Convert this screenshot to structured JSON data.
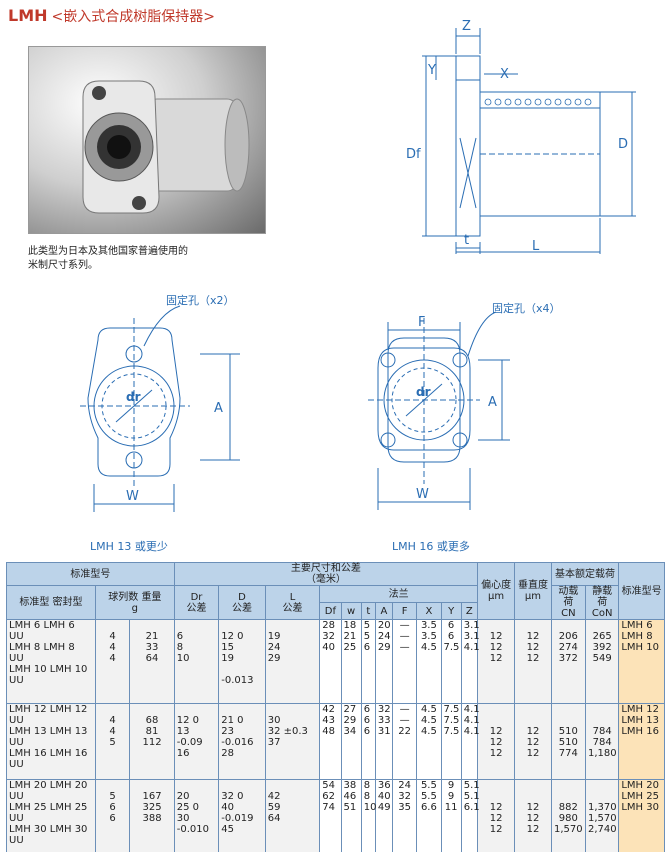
{
  "header": {
    "model": "LMH",
    "subtitle": "<嵌入式合成树脂保持器>"
  },
  "description": [
    "此类型为日本及其他国家普遍使用的",
    "米制尺寸系列。"
  ],
  "side_view": {
    "labels": [
      "Z",
      "Y",
      "X",
      "Df",
      "D",
      "t",
      "L"
    ]
  },
  "front_left": {
    "callout": "固定孔（x2）",
    "dr": "dr",
    "A": "A",
    "W": "W",
    "caption": "LMH 13 或更少"
  },
  "front_right": {
    "callout": "固定孔（x4）",
    "dr": "dr",
    "A": "A",
    "W": "W",
    "F": "F",
    "caption": "LMH 16 或更多"
  },
  "table": {
    "h_model": "标准型号",
    "h_main": "主要尺寸和公差",
    "h_main_unit": "（毫米）",
    "h_ecc": "偏心度",
    "h_ecc_unit": "μm",
    "h_perp": "垂直度",
    "h_perp_unit": "μm",
    "h_load": "基本额定载荷",
    "h_dyn": "动载荷",
    "h_dyn_unit": "CN",
    "h_static": "静载荷",
    "h_static_unit": "CoN",
    "h_model_right": "标准型号",
    "h_std_seal": "标准型 密封型",
    "h_balls": "球列数",
    "h_weight": "重量",
    "h_weight_unit": "g",
    "h_dr": "Dr",
    "h_dr_tol": "公差",
    "h_D": "D",
    "h_D_tol": "公差",
    "h_L": "L",
    "h_L_tol": "公差",
    "h_flange": "法兰",
    "sub": [
      "Df",
      "w",
      "t",
      "A",
      "F",
      "X",
      "Y",
      "Z"
    ],
    "groups": [
      {
        "models": "LMH 6   LMH 6\nUU\nLMH 8   LMH 8\nUU\nLMH 10  LMH 10\nUU",
        "balls": "\n4\n4\n4",
        "weight": "\n21\n33\n64",
        "dr": "\n6\n8\n10",
        "dr_tol": "",
        "D": "\n12  0\n15\n19",
        "D_tol": "\n\n-0.013",
        "L": "\n19\n24\n29",
        "L_tol": "",
        "Df": "28\n32\n40",
        "w": "18\n21\n25",
        "t": "5\n5\n6",
        "A": "20\n24\n29",
        "F": "—\n—\n—",
        "X": "3.5\n3.5\n4.5",
        "Y": "6\n6\n7.5",
        "Z": "3.1\n3.1\n4.1",
        "ecc": "\n12\n12\n12",
        "perp": "\n12\n12\n12",
        "dyn": "\n206\n274\n372",
        "static": "\n265\n392\n549",
        "right": "LMH 6\nLMH 8\nLMH 10"
      },
      {
        "models": "LMH 12  LMH 12\nUU\nLMH 13  LMH 13\nUU\nLMH 16  LMH 16\nUU",
        "balls": "\n4\n4\n5",
        "weight": "\n68\n81\n112",
        "dr": "\n12  0\n13  -0.09\n16",
        "dr_tol": "",
        "D": "\n21  0\n23\n-0.016\n28",
        "D_tol": "",
        "L": "\n30\n32 ±0.3\n37",
        "L_tol": "",
        "Df": "42\n43\n48",
        "w": "27\n29\n34",
        "t": "6\n6\n6",
        "A": "32\n33\n31",
        "F": "—\n—\n22",
        "X": "4.5\n4.5\n4.5",
        "Y": "7.5\n7.5\n7.5",
        "Z": "4.1\n4.1\n4.1",
        "ecc": "\n\n12\n12\n12",
        "perp": "\n\n12\n12\n12",
        "dyn": "\n\n510\n510\n774",
        "static": "\n\n784\n784\n1,180",
        "right": "LMH 12\nLMH 13\nLMH 16"
      },
      {
        "models": "LMH 20  LMH 20\nUU\nLMH 25  LMH 25\nUU\nLMH 30  LMH 30\nUU",
        "balls": "\n5\n6\n6",
        "weight": "\n167\n325\n388",
        "dr": "\n20\n25  0\n30  -0.010",
        "dr_tol": "",
        "D": "\n32  0\n40  -0.019\n45",
        "D_tol": "",
        "L": "\n42\n59\n64",
        "L_tol": "",
        "Df": "54\n62\n74",
        "w": "38\n46\n51",
        "t": "8\n8\n10",
        "A": "36\n40\n49",
        "F": "24\n32\n35",
        "X": "5.5\n5.5\n6.6",
        "Y": "9\n9\n11",
        "Z": "5.1\n5.1\n6.1",
        "ecc": "\n\n12\n12\n12",
        "perp": "\n\n12\n12\n12",
        "dyn": "\n\n882\n980\n1,570",
        "static": "\n\n1,370\n1,570\n2,740",
        "right": "LMH 20\nLMH 25\nLMH 30"
      }
    ]
  },
  "colors": {
    "title": "#c0392b",
    "header_bg": "#bcd3e9",
    "side_bg": "#fce3b8",
    "line": "#2a6db3"
  }
}
